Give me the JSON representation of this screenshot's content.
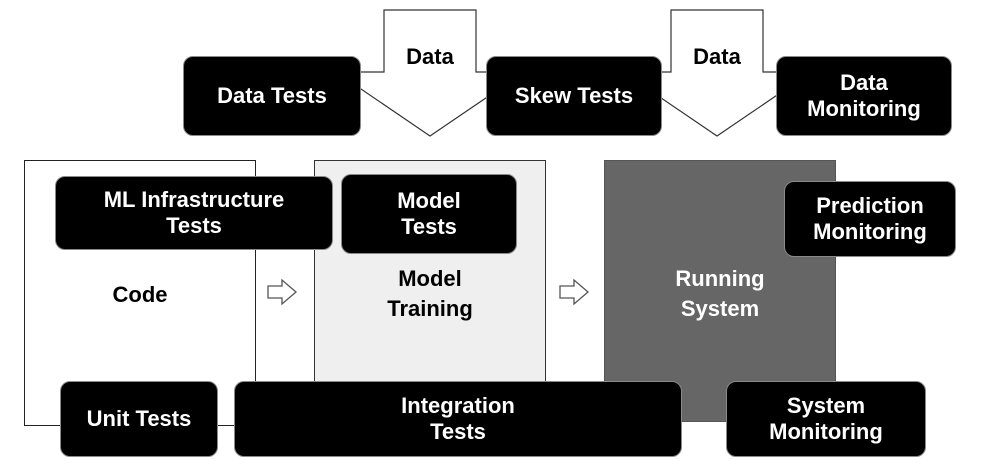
{
  "input_arrows": [
    {
      "label": "Data"
    },
    {
      "label": "Data"
    }
  ],
  "stages": {
    "code": {
      "label": "Code"
    },
    "training": {
      "label": "Model\nTraining"
    },
    "running": {
      "label": "Running\nSystem"
    }
  },
  "tests": {
    "data_tests": "Data Tests",
    "skew_tests": "Skew Tests",
    "data_monitoring": "Data\nMonitoring",
    "ml_infrastructure_tests": "ML Infrastructure\nTests",
    "model_tests": "Model\nTests",
    "prediction_monitoring": "Prediction\nMonitoring",
    "unit_tests": "Unit Tests",
    "integration_tests": "Integration\nTests",
    "system_monitoring": "System\nMonitoring"
  },
  "colors": {
    "code_fill": "#ffffff",
    "training_fill": "#efefef",
    "running_fill": "#666666",
    "pill_fill": "#000000",
    "pill_text": "#ffffff"
  }
}
